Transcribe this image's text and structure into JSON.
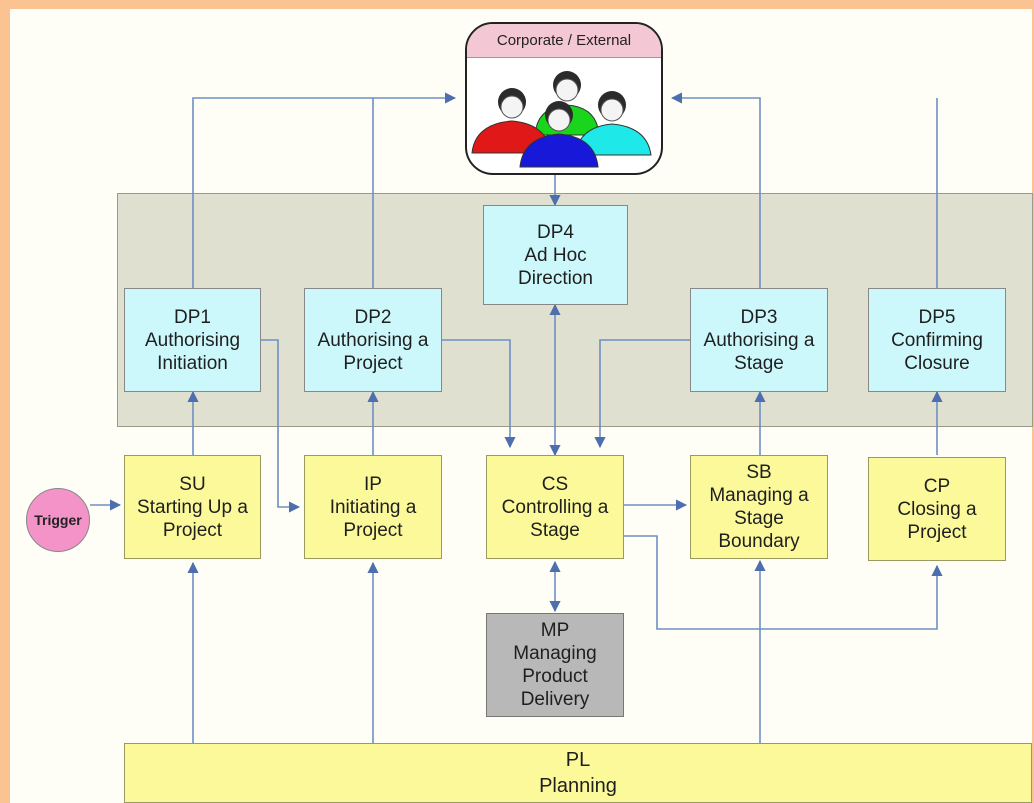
{
  "corporate": {
    "title": "Corporate / External"
  },
  "trigger": {
    "label": "Trigger"
  },
  "direction_boxes": {
    "dp1": {
      "code": "DP1",
      "line1": "Authorising",
      "line2": "Initiation"
    },
    "dp2": {
      "code": "DP2",
      "line1": "Authorising a",
      "line2": "Project"
    },
    "dp4": {
      "code": "DP4",
      "line1": "Ad Hoc",
      "line2": "Direction"
    },
    "dp3": {
      "code": "DP3",
      "line1": "Authorising a",
      "line2": "Stage"
    },
    "dp5": {
      "code": "DP5",
      "line1": "Confirming",
      "line2": "Closure"
    }
  },
  "process_boxes": {
    "su": {
      "code": "SU",
      "line1": "Starting Up a",
      "line2": "Project"
    },
    "ip": {
      "code": "IP",
      "line1": "Initiating a",
      "line2": "Project"
    },
    "cs": {
      "code": "CS",
      "line1": "Controlling a",
      "line2": "Stage"
    },
    "sb": {
      "code": "SB",
      "line1": "Managing a",
      "line2": "Stage",
      "line3": "Boundary"
    },
    "cp": {
      "code": "CP",
      "line1": "Closing a",
      "line2": "Project"
    }
  },
  "mp_box": {
    "code": "MP",
    "line1": "Managing",
    "line2": "Product",
    "line3": "Delivery"
  },
  "pl_box": {
    "code": "PL",
    "line1": "Planning"
  },
  "colors": {
    "border": "#fbc392",
    "panel": "#e0e0d0",
    "direction_box": "#ccf8fb",
    "process_box": "#fbf99a",
    "mp_box": "#b8b8b8",
    "trigger": "#f393c7",
    "corporate_header": "#f3c7d3",
    "connector": "#6e8fc4"
  }
}
